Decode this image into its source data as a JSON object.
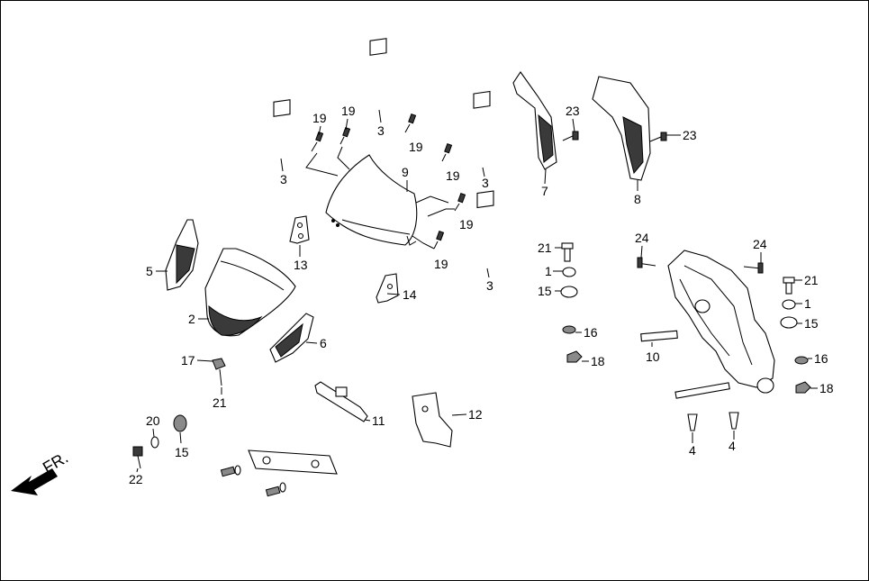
{
  "direction_label": "FR.",
  "callouts": {
    "c19a": "19",
    "c19b": "19",
    "c19c": "19",
    "c19d": "19",
    "c19e": "19",
    "c19f": "19",
    "c3a": "3",
    "c3b": "3",
    "c3c": "3",
    "c3d": "3",
    "c9": "9",
    "c13": "13",
    "c14": "14",
    "c7": "7",
    "c8": "8",
    "c23a": "23",
    "c23b": "23",
    "c21a": "21",
    "c1a": "1",
    "c15a": "15",
    "c16a": "16",
    "c18a": "18",
    "c24a": "24",
    "c24b": "24",
    "c21b": "21",
    "c1b": "1",
    "c15b": "15",
    "c16b": "16",
    "c18b": "18",
    "c10": "10",
    "c4a": "4",
    "c4b": "4",
    "c5": "5",
    "c2": "2",
    "c6": "6",
    "c17": "17",
    "c21c": "21",
    "c11": "11",
    "c12": "12",
    "c20": "20",
    "c15c": "15",
    "c22": "22"
  }
}
